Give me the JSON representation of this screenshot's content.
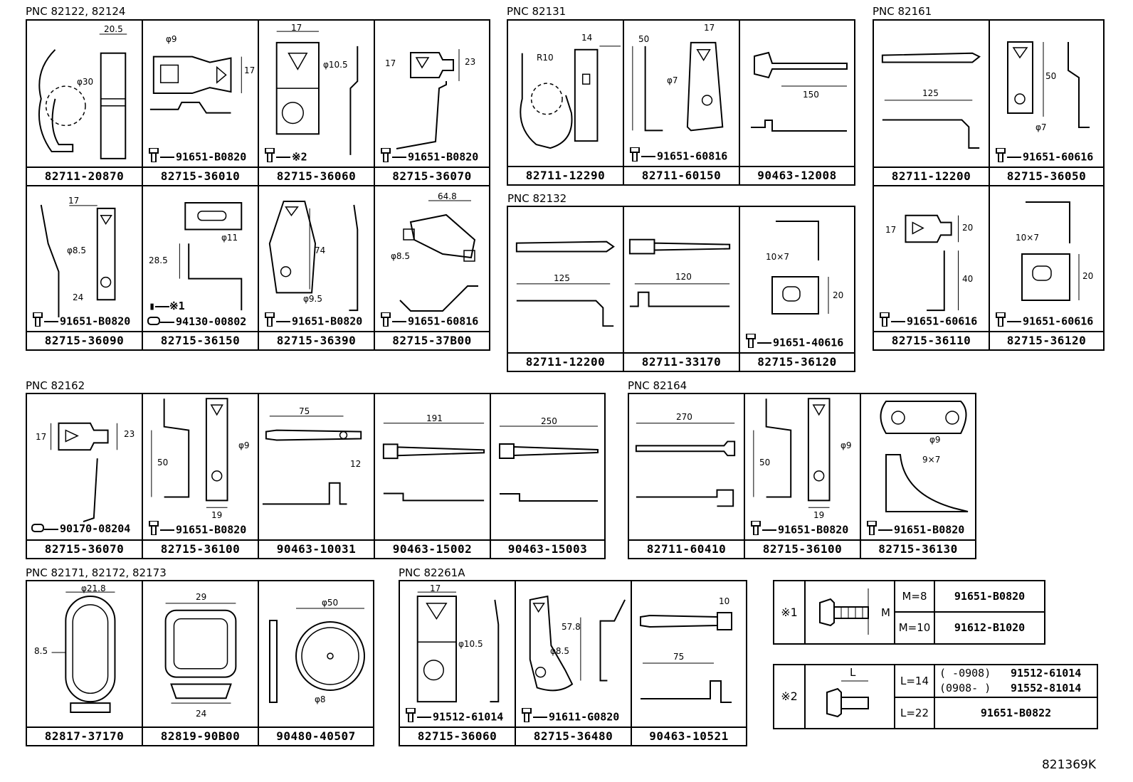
{
  "groups": [
    {
      "title": "PNC 82122, 82124"
    },
    {
      "title": "PNC 82131"
    },
    {
      "title": "PNC 82161"
    },
    {
      "title": "PNC 82132"
    },
    {
      "title": "PNC 82162"
    },
    {
      "title": "PNC 82164"
    },
    {
      "title": "PNC 82171, 82172, 82173"
    },
    {
      "title": "PNC 82261A"
    }
  ],
  "g1": {
    "r1": [
      {
        "pn": "82711-20870",
        "bolt": "",
        "dims": [
          "20.5",
          "φ30"
        ]
      },
      {
        "pn": "82715-36010",
        "bolt": "91651-B0820",
        "dims": [
          "φ9",
          "17"
        ]
      },
      {
        "pn": "82715-36060",
        "bolt": "※2",
        "dims": [
          "17",
          "φ10.5"
        ]
      },
      {
        "pn": "82715-36070",
        "bolt": "91651-B0820",
        "dims": [
          "17",
          "23"
        ]
      }
    ],
    "r2": [
      {
        "pn": "82715-36090",
        "bolt": "91651-B0820",
        "dims": [
          "17",
          "φ8.5",
          "24"
        ]
      },
      {
        "pn": "82715-36150",
        "bolt": "94130-00802",
        "bolt2": "※1",
        "dims": [
          "φ11",
          "28.5"
        ]
      },
      {
        "pn": "82715-36390",
        "bolt": "91651-B0820",
        "dims": [
          "74",
          "φ9.5"
        ]
      },
      {
        "pn": "82715-37B00",
        "bolt": "91651-60816",
        "dims": [
          "64.8",
          "φ8.5"
        ]
      }
    ]
  },
  "g2": [
    {
      "pn": "82711-12290",
      "bolt": "",
      "dims": [
        "14",
        "R10"
      ]
    },
    {
      "pn": "82711-60150",
      "bolt": "91651-60816",
      "dims": [
        "50",
        "17",
        "φ7"
      ]
    },
    {
      "pn": "90463-12008",
      "bolt": "",
      "dims": [
        "150"
      ]
    }
  ],
  "g3": {
    "r1": [
      {
        "pn": "82711-12200",
        "bolt": "",
        "dims": [
          "125"
        ]
      },
      {
        "pn": "82715-36050",
        "bolt": "91651-60616",
        "dims": [
          "50",
          "φ7"
        ]
      }
    ],
    "r2": [
      {
        "pn": "82715-36110",
        "bolt": "91651-60616",
        "dims": [
          "17",
          "20",
          "40"
        ]
      },
      {
        "pn": "82715-36120",
        "bolt": "91651-60616",
        "dims": [
          "10×7",
          "20"
        ]
      }
    ]
  },
  "g4": [
    {
      "pn": "82711-12200",
      "bolt": "",
      "dims": [
        "125"
      ]
    },
    {
      "pn": "82711-33170",
      "bolt": "",
      "dims": [
        "120"
      ]
    },
    {
      "pn": "82715-36120",
      "bolt": "91651-40616",
      "dims": [
        "10×7",
        "20"
      ]
    }
  ],
  "g5": [
    {
      "pn": "82715-36070",
      "bolt": "90170-08204",
      "dims": [
        "17",
        "23"
      ]
    },
    {
      "pn": "82715-36100",
      "bolt": "91651-B0820",
      "dims": [
        "50",
        "φ9",
        "19"
      ]
    },
    {
      "pn": "90463-10031",
      "bolt": "",
      "dims": [
        "75",
        "12"
      ]
    },
    {
      "pn": "90463-15002",
      "bolt": "",
      "dims": [
        "191"
      ]
    },
    {
      "pn": "90463-15003",
      "bolt": "",
      "dims": [
        "250"
      ]
    }
  ],
  "g6": [
    {
      "pn": "82711-60410",
      "bolt": "",
      "dims": [
        "270"
      ]
    },
    {
      "pn": "82715-36100",
      "bolt": "91651-B0820",
      "dims": [
        "50",
        "φ9",
        "19"
      ]
    },
    {
      "pn": "82715-36130",
      "bolt": "91651-B0820",
      "dims": [
        "φ9",
        "9×7"
      ]
    }
  ],
  "g7": [
    {
      "pn": "82817-37170",
      "bolt": "",
      "dims": [
        "φ21.8",
        "8.5"
      ]
    },
    {
      "pn": "82819-90B00",
      "bolt": "",
      "dims": [
        "29",
        "24"
      ]
    },
    {
      "pn": "90480-40507",
      "bolt": "",
      "dims": [
        "φ50",
        "φ8"
      ]
    }
  ],
  "g8": [
    {
      "pn": "82715-36060",
      "bolt": "91512-61014",
      "dims": [
        "17",
        "φ10.5"
      ]
    },
    {
      "pn": "82715-36480",
      "bolt": "91611-G0820",
      "dims": [
        "57.8",
        "φ8.5"
      ]
    },
    {
      "pn": "90463-10521",
      "bolt": "",
      "dims": [
        "10",
        "75"
      ]
    }
  ],
  "note1": {
    "mark": "※1",
    "var": "M",
    "rows": [
      {
        "k": "M=8",
        "v": "91651-B0820"
      },
      {
        "k": "M=10",
        "v": "91612-B1020"
      }
    ]
  },
  "note2": {
    "mark": "※2",
    "var": "L",
    "rows": [
      {
        "k": "L=14",
        "a": "(      -0908)",
        "av": "91512-61014",
        "b": "(0908-      )",
        "bv": "91552-81014"
      },
      {
        "k": "L=22",
        "v": "91651-B0822"
      }
    ]
  },
  "figure_code": "821369K"
}
